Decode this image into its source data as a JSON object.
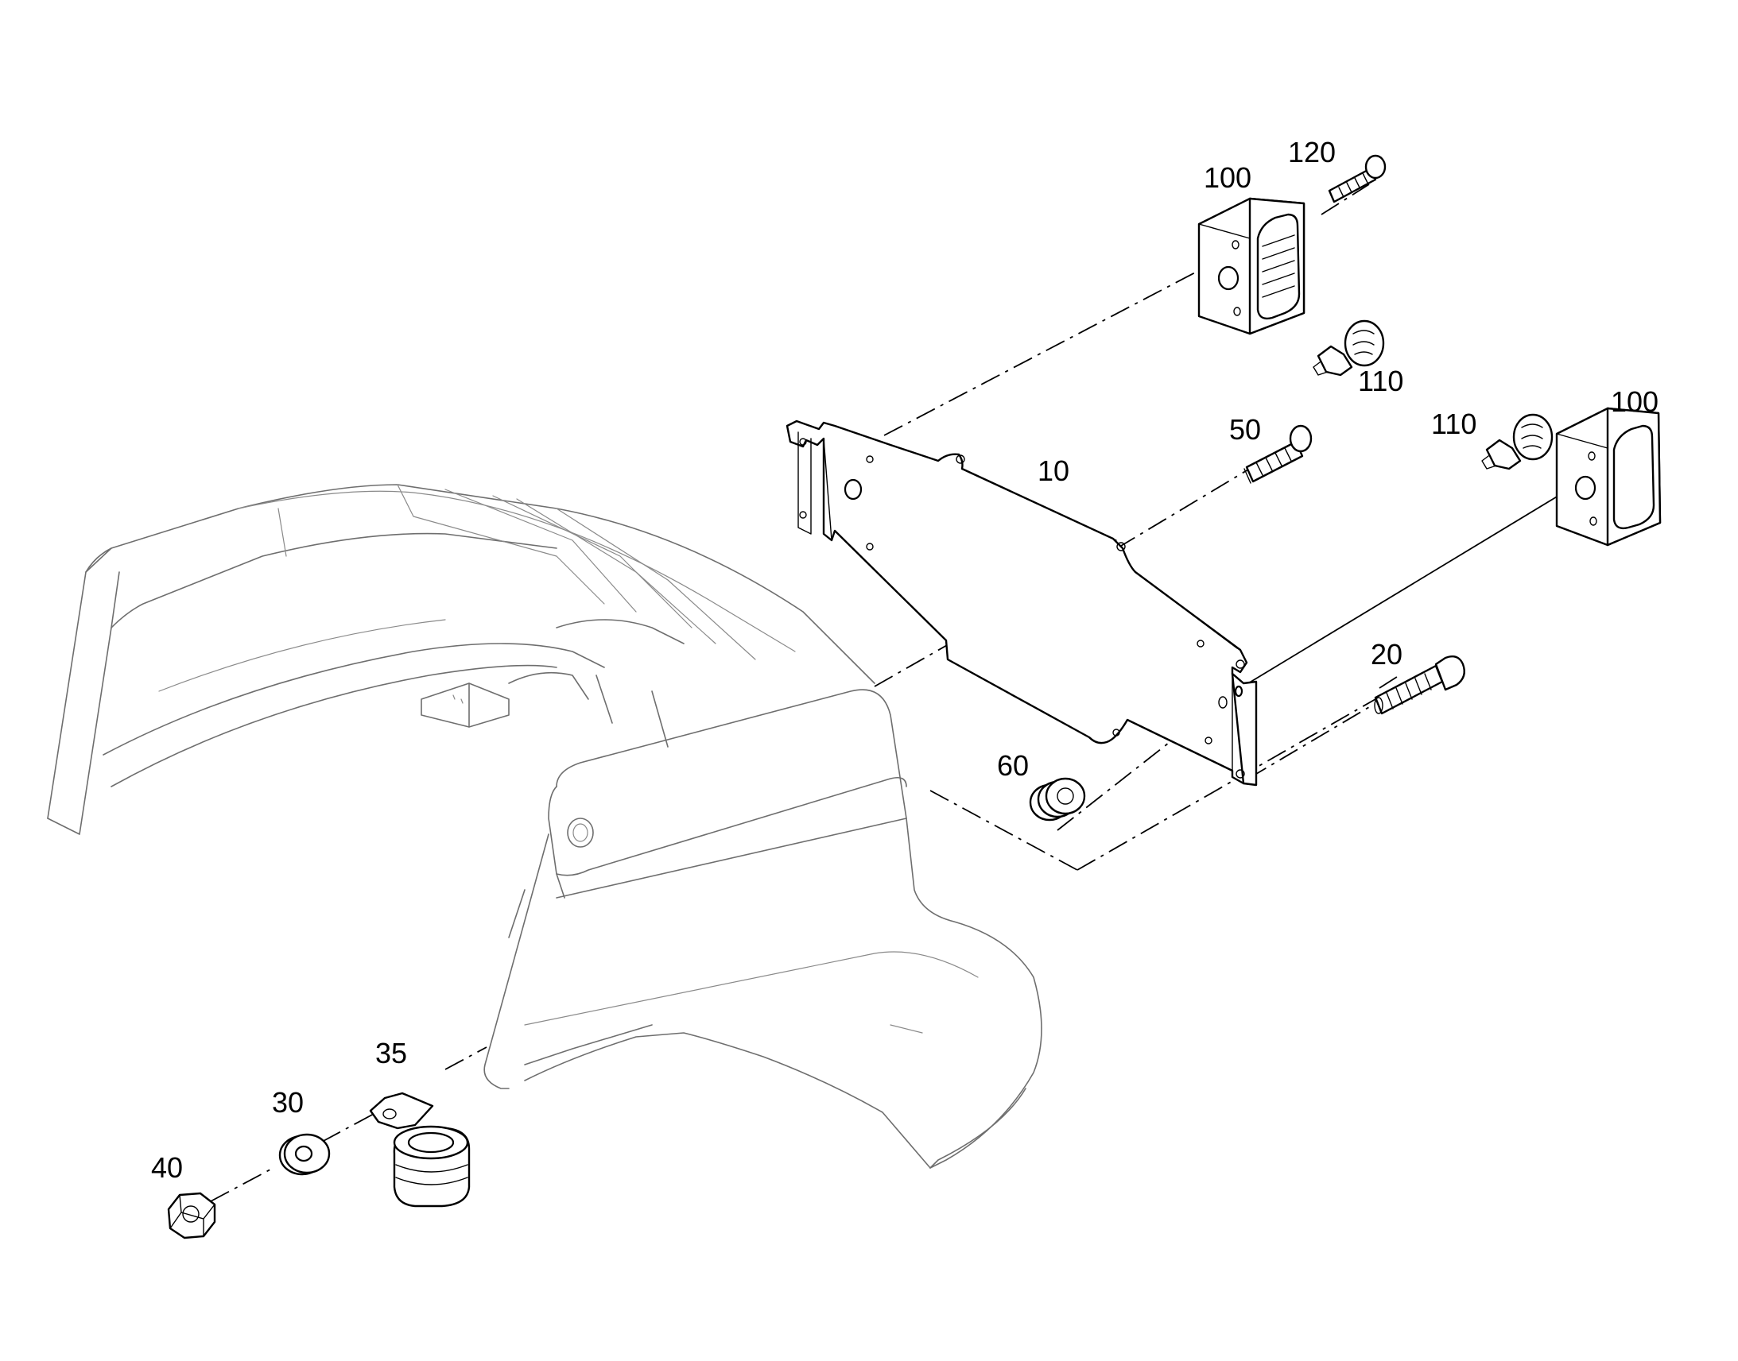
{
  "labels": {
    "p10": "10",
    "p20": "20",
    "p30": "30",
    "p35": "35",
    "p40": "40",
    "p50": "50",
    "p60": "60",
    "p100a": "100",
    "p100b": "100",
    "p110a": "110",
    "p110b": "110",
    "p120": "120"
  },
  "colors": {
    "line": "#000000",
    "ghost": "#6e6e6e",
    "background": "#ffffff"
  }
}
